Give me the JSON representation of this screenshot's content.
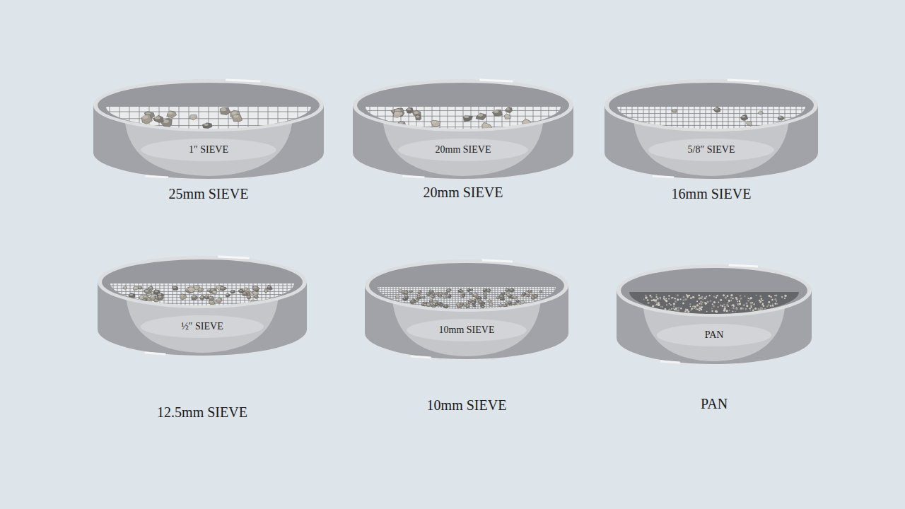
{
  "diagram": {
    "nodes": [
      {
        "text": [
          "1″ SIEVE",
          "25mm SIEVE"
        ]
      },
      {
        "text": [
          "20mm SIEVE",
          "20mm SIEVE"
        ]
      },
      {
        "text": [
          "5/8″ SIEVE",
          "16mm SIEVE"
        ]
      },
      {
        "text": [
          "½″ SIEVE",
          "12.5mm SIEVE"
        ]
      },
      {
        "text": [
          "10mm SIEVE",
          "10mm SIEVE"
        ]
      },
      {
        "text": [
          "PAN",
          "PAN"
        ]
      }
    ]
  }
}
